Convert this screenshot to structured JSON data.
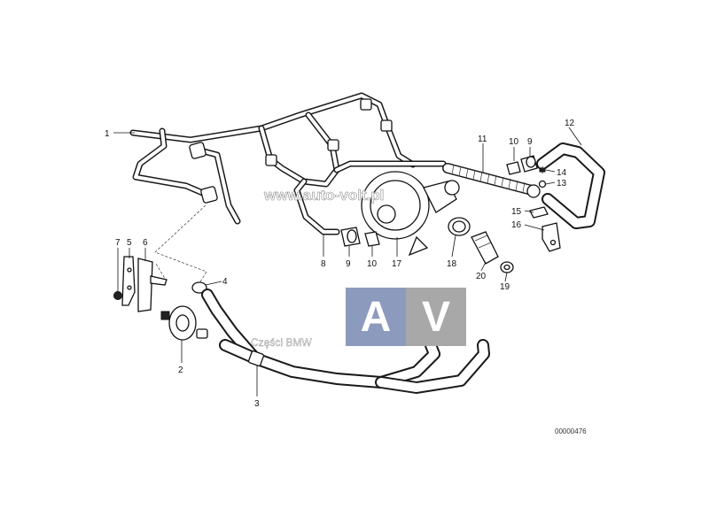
{
  "callouts": {
    "c1": "1",
    "c2": "2",
    "c3": "3",
    "c4": "4",
    "c5": "5",
    "c6": "6",
    "c7": "7",
    "c8": "8",
    "c9a": "9",
    "c9b": "9",
    "c10a": "10",
    "c10b": "10",
    "c11": "11",
    "c12": "12",
    "c13": "13",
    "c14": "14",
    "c15": "15",
    "c16": "16",
    "c17": "17",
    "c18": "18",
    "c19": "19",
    "c20": "20"
  },
  "diagram_number": "00000476",
  "watermark": {
    "url": "www.auto-volt.pl",
    "logo_letters": [
      "A",
      "V"
    ],
    "logo_colors": [
      "#8c9bbd",
      "#a8a8a8"
    ],
    "caption": "Części BMW"
  }
}
